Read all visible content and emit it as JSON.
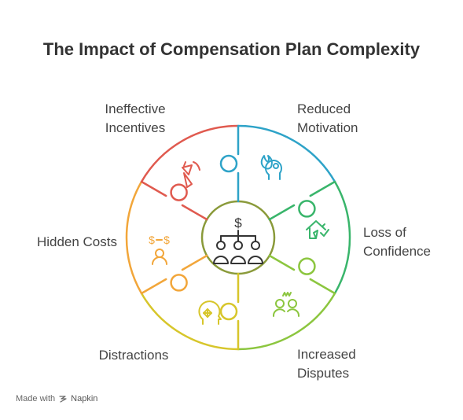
{
  "title": "The Impact of Compensation Plan Complexity",
  "segments": [
    {
      "label_lines": [
        "Ineffective",
        "Incentives"
      ],
      "color": "#e05a4f",
      "icon": "carrot-icon"
    },
    {
      "label_lines": [
        "Reduced",
        "Motivation"
      ],
      "color": "#2ea3c8",
      "icon": "head-flame-icon"
    },
    {
      "label_lines": [
        "Loss of",
        "Confidence"
      ],
      "color": "#39b56b",
      "icon": "broken-house-icon"
    },
    {
      "label_lines": [
        "Increased",
        "Disputes"
      ],
      "color": "#8cc63f",
      "icon": "arguing-people-icon"
    },
    {
      "label_lines": [
        "Distractions"
      ],
      "color": "#d7c62b",
      "icon": "head-arrows-icon"
    },
    {
      "label_lines": [
        "Hidden Costs"
      ],
      "color": "#f2a63a",
      "icon": "dollar-person-icon"
    }
  ],
  "center_icon": "org-chart-dollar-icon",
  "footer": {
    "made_with": "Made with",
    "brand": "Napkin"
  }
}
